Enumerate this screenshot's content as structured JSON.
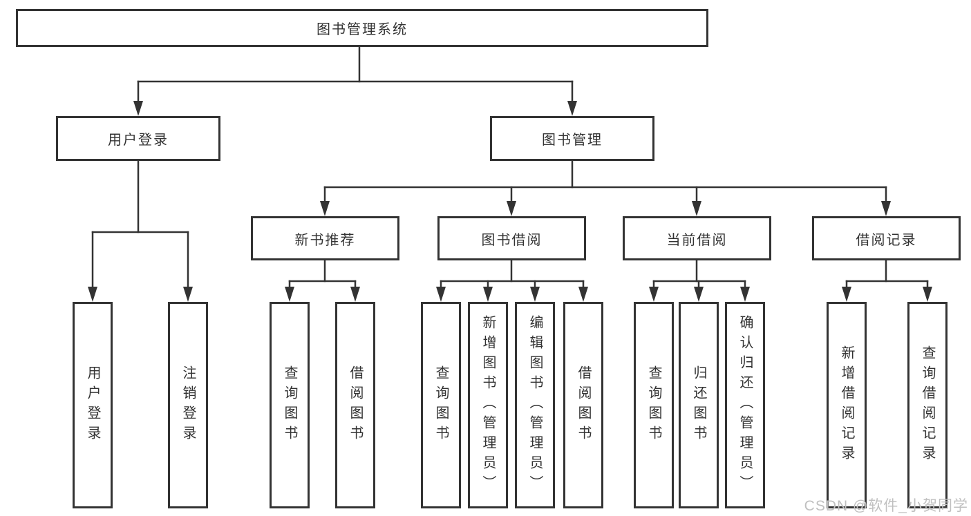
{
  "diagram": {
    "title": "图书管理系统",
    "level2": {
      "user_login": "用户登录",
      "book_mgmt": "图书管理"
    },
    "level3": {
      "new_book": "新书推荐",
      "book_borrow": "图书借阅",
      "current_borrow": "当前借阅",
      "borrow_record": "借阅记录"
    },
    "leaves": {
      "user_login": [
        "用户登录",
        "注销登录"
      ],
      "new_book": [
        "查询图书",
        "借阅图书"
      ],
      "book_borrow": [
        "查询图书",
        "新增图书（管理员）",
        "编辑图书（管理员）",
        "借阅图书"
      ],
      "current_borrow": [
        "查询图书",
        "归还图书",
        "确认归还（管理员）"
      ],
      "borrow_record": [
        "新增借阅记录",
        "查询借阅记录"
      ]
    }
  },
  "watermark": "CSDN @软件_小贺同学",
  "colors": {
    "line": "#333333",
    "text": "#333333",
    "watermark": "#c0c0c0",
    "background": "#ffffff"
  }
}
